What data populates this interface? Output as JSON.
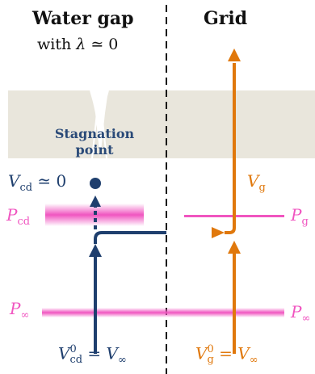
{
  "left_header": {
    "title": "Water gap",
    "subtitle_prefix": "with ",
    "subtitle_symbol": "λ",
    "subtitle_suffix": " ≃ 0"
  },
  "right_header": {
    "title": "Grid"
  },
  "stagnation_label": {
    "line1": "Stagnation",
    "line2": "point"
  },
  "labels": {
    "v_cd_symbol": "V",
    "v_cd_sub": "cd",
    "v_cd_rest": " ≃ 0",
    "v_g_symbol": "V",
    "v_g_sub": "g",
    "p_cd_symbol": "P",
    "p_cd_sub": "cd",
    "p_g_symbol": "P",
    "p_g_sub": "g",
    "p_inf_left_symbol": "P",
    "p_inf_left_sub": "∞",
    "p_inf_right_symbol": "P",
    "p_inf_right_sub": "∞",
    "bottom_left_v": "V",
    "bottom_left_sup": "0",
    "bottom_left_sub": "cd",
    "bottom_left_eq": " = ",
    "bottom_left_rhs": "V",
    "bottom_left_rhs_sub": "∞",
    "bottom_right_v": "V",
    "bottom_right_sup": "0",
    "bottom_right_sub": "g",
    "bottom_right_eq": " = ",
    "bottom_right_rhs": "V",
    "bottom_right_rhs_sub": "∞"
  },
  "colors": {
    "blue": "#1f3f6e",
    "orange": "#e0780c",
    "pink": "#f055c0",
    "wall": "#e9e6dc"
  }
}
